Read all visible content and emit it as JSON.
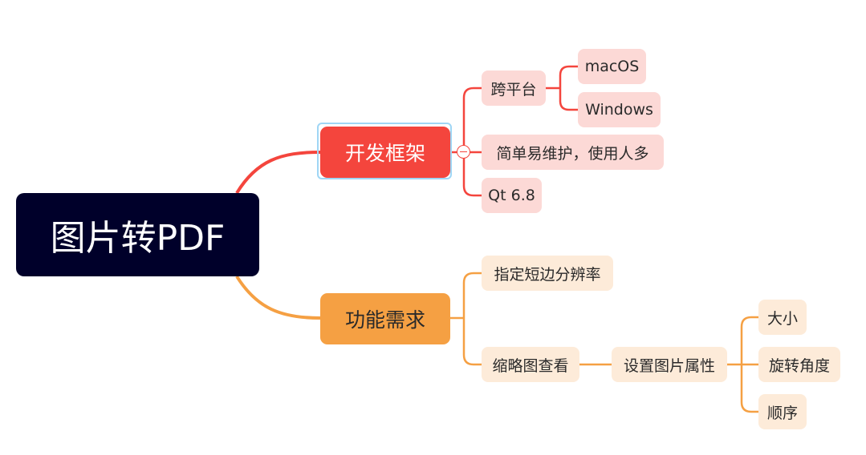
{
  "mindmap": {
    "root": {
      "label": "图片转PDF"
    },
    "branches": [
      {
        "label": "开发框架",
        "color": "#f4453d",
        "children": [
          {
            "label": "跨平台",
            "children": [
              {
                "label": "macOS"
              },
              {
                "label": "Windows"
              }
            ]
          },
          {
            "label": "简单易维护，使用人多"
          },
          {
            "label": "Qt 6.8"
          }
        ]
      },
      {
        "label": "功能需求",
        "color": "#f5a043",
        "children": [
          {
            "label": "指定短边分辨率"
          },
          {
            "label": "缩略图查看",
            "children": [
              {
                "label": "设置图片属性",
                "children": [
                  {
                    "label": "大小"
                  },
                  {
                    "label": "旋转角度"
                  },
                  {
                    "label": "顺序"
                  }
                ]
              }
            ]
          }
        ]
      }
    ]
  },
  "colors": {
    "root_bg": "#00002a",
    "branch_red": "#f4453d",
    "branch_orange": "#f5a043",
    "leaf_red_bg": "#fcd9d6",
    "leaf_orange_bg": "#fdebd9",
    "selection": "#9fd6f5"
  }
}
